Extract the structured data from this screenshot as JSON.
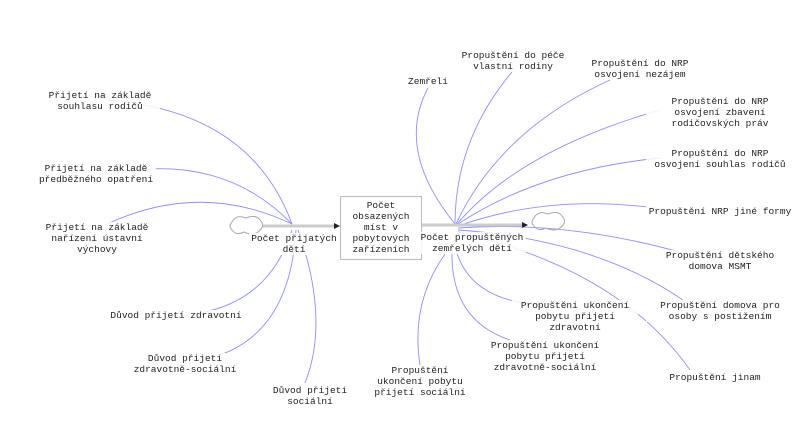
{
  "inflows": {
    "souhlas": [
      "Přijetí",
      "na",
      "základě",
      "souhlasu",
      "rodičů"
    ],
    "opatreni": [
      "Přijetí",
      "na",
      "základě",
      "předběžného",
      "opatření"
    ],
    "vychova": [
      "Přijetí",
      "na",
      "základě",
      "nařízení",
      "ústavní",
      "výchovy"
    ],
    "zdrav": [
      "Důvod",
      "přijetí",
      "zdravotní"
    ],
    "zdravsoc": [
      "Důvod",
      "přijetí",
      "zdravotně-sociální"
    ],
    "soc": [
      "Důvod",
      "přijetí",
      "sociální"
    ]
  },
  "flow_in": [
    "Počet",
    "přijatých",
    "dětí"
  ],
  "stock": [
    "Počet",
    "obsazených",
    "míst v",
    "pobytových",
    "zařízeních"
  ],
  "flow_out": [
    "Počet",
    "propuštěných",
    "zemřelých",
    "dětí"
  ],
  "outflows": {
    "zemreli": [
      "Zemřelí"
    ],
    "rodina": [
      "Propuštění",
      "do",
      "péče",
      "vlastní",
      "rodiny"
    ],
    "nezajem": [
      "Propuštění",
      "do",
      "NRP",
      "osvojení",
      "nezájem"
    ],
    "zbaveni": [
      "Propuštění",
      "do NRP",
      "osvojení",
      "zbavení",
      "rodičovských",
      "práv"
    ],
    "souhlas": [
      "Propuštění",
      "do NRP",
      "osvojení",
      "souhlas",
      "rodičů"
    ],
    "jine": [
      "Propuštění",
      "NRP",
      "jiné",
      "formy"
    ],
    "msmt": [
      "Propuštění",
      "dětského",
      "domova",
      "MSMT"
    ],
    "postizeni": [
      "Propuštění",
      "domova",
      "pro",
      "osoby s",
      "postižením"
    ],
    "jinam": [
      "Propuštění",
      "jinam"
    ],
    "pzdrav": [
      "Propuštění",
      "ukončení",
      "pobytu",
      "přijetí",
      "zdravotní"
    ],
    "pzdravsoc": [
      "Propuštění",
      "ukončení",
      "pobytu",
      "přijetí",
      "zdravotně-sociální"
    ],
    "psoc": [
      "Propuštění",
      "ukončení",
      "pobytu",
      "přijetí",
      "sociální"
    ]
  }
}
